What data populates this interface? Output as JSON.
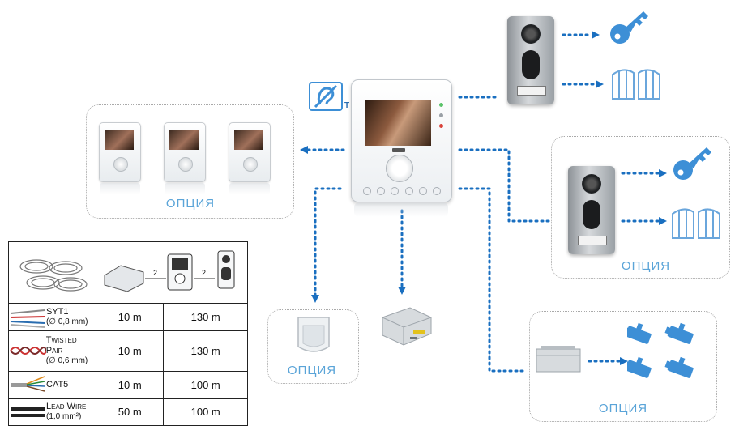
{
  "option_label": "ОПЦИЯ",
  "option_boxes": [
    "ОПЦИЯ",
    "ОПЦИЯ",
    "ОПЦИЯ",
    "ОПЦИЯ"
  ],
  "hearing_loop_badge": "T",
  "table": {
    "rows": [
      {
        "cable_name": "SYT1",
        "cable_spec": "(∅ 0,8 mm)",
        "dist_1": "10 m",
        "dist_2": "130 m"
      },
      {
        "cable_name": "Twisted Pair",
        "cable_spec": "(∅ 0,6 mm)",
        "dist_1": "10 m",
        "dist_2": "130 m"
      },
      {
        "cable_name": "CAT5",
        "cable_spec": "",
        "dist_1": "10 m",
        "dist_2": "100 m"
      },
      {
        "cable_name": "Lead Wire",
        "cable_spec": "(1,0 mm²)",
        "dist_1": "50 m",
        "dist_2": "100 m"
      }
    ],
    "wire_count_1": "2",
    "wire_count_2": "2"
  },
  "colors": {
    "accent": "#1a6fc0",
    "option_text": "#5aa4d8",
    "icon_blue": "#3d8fd6",
    "border": "#a9a9a9"
  }
}
